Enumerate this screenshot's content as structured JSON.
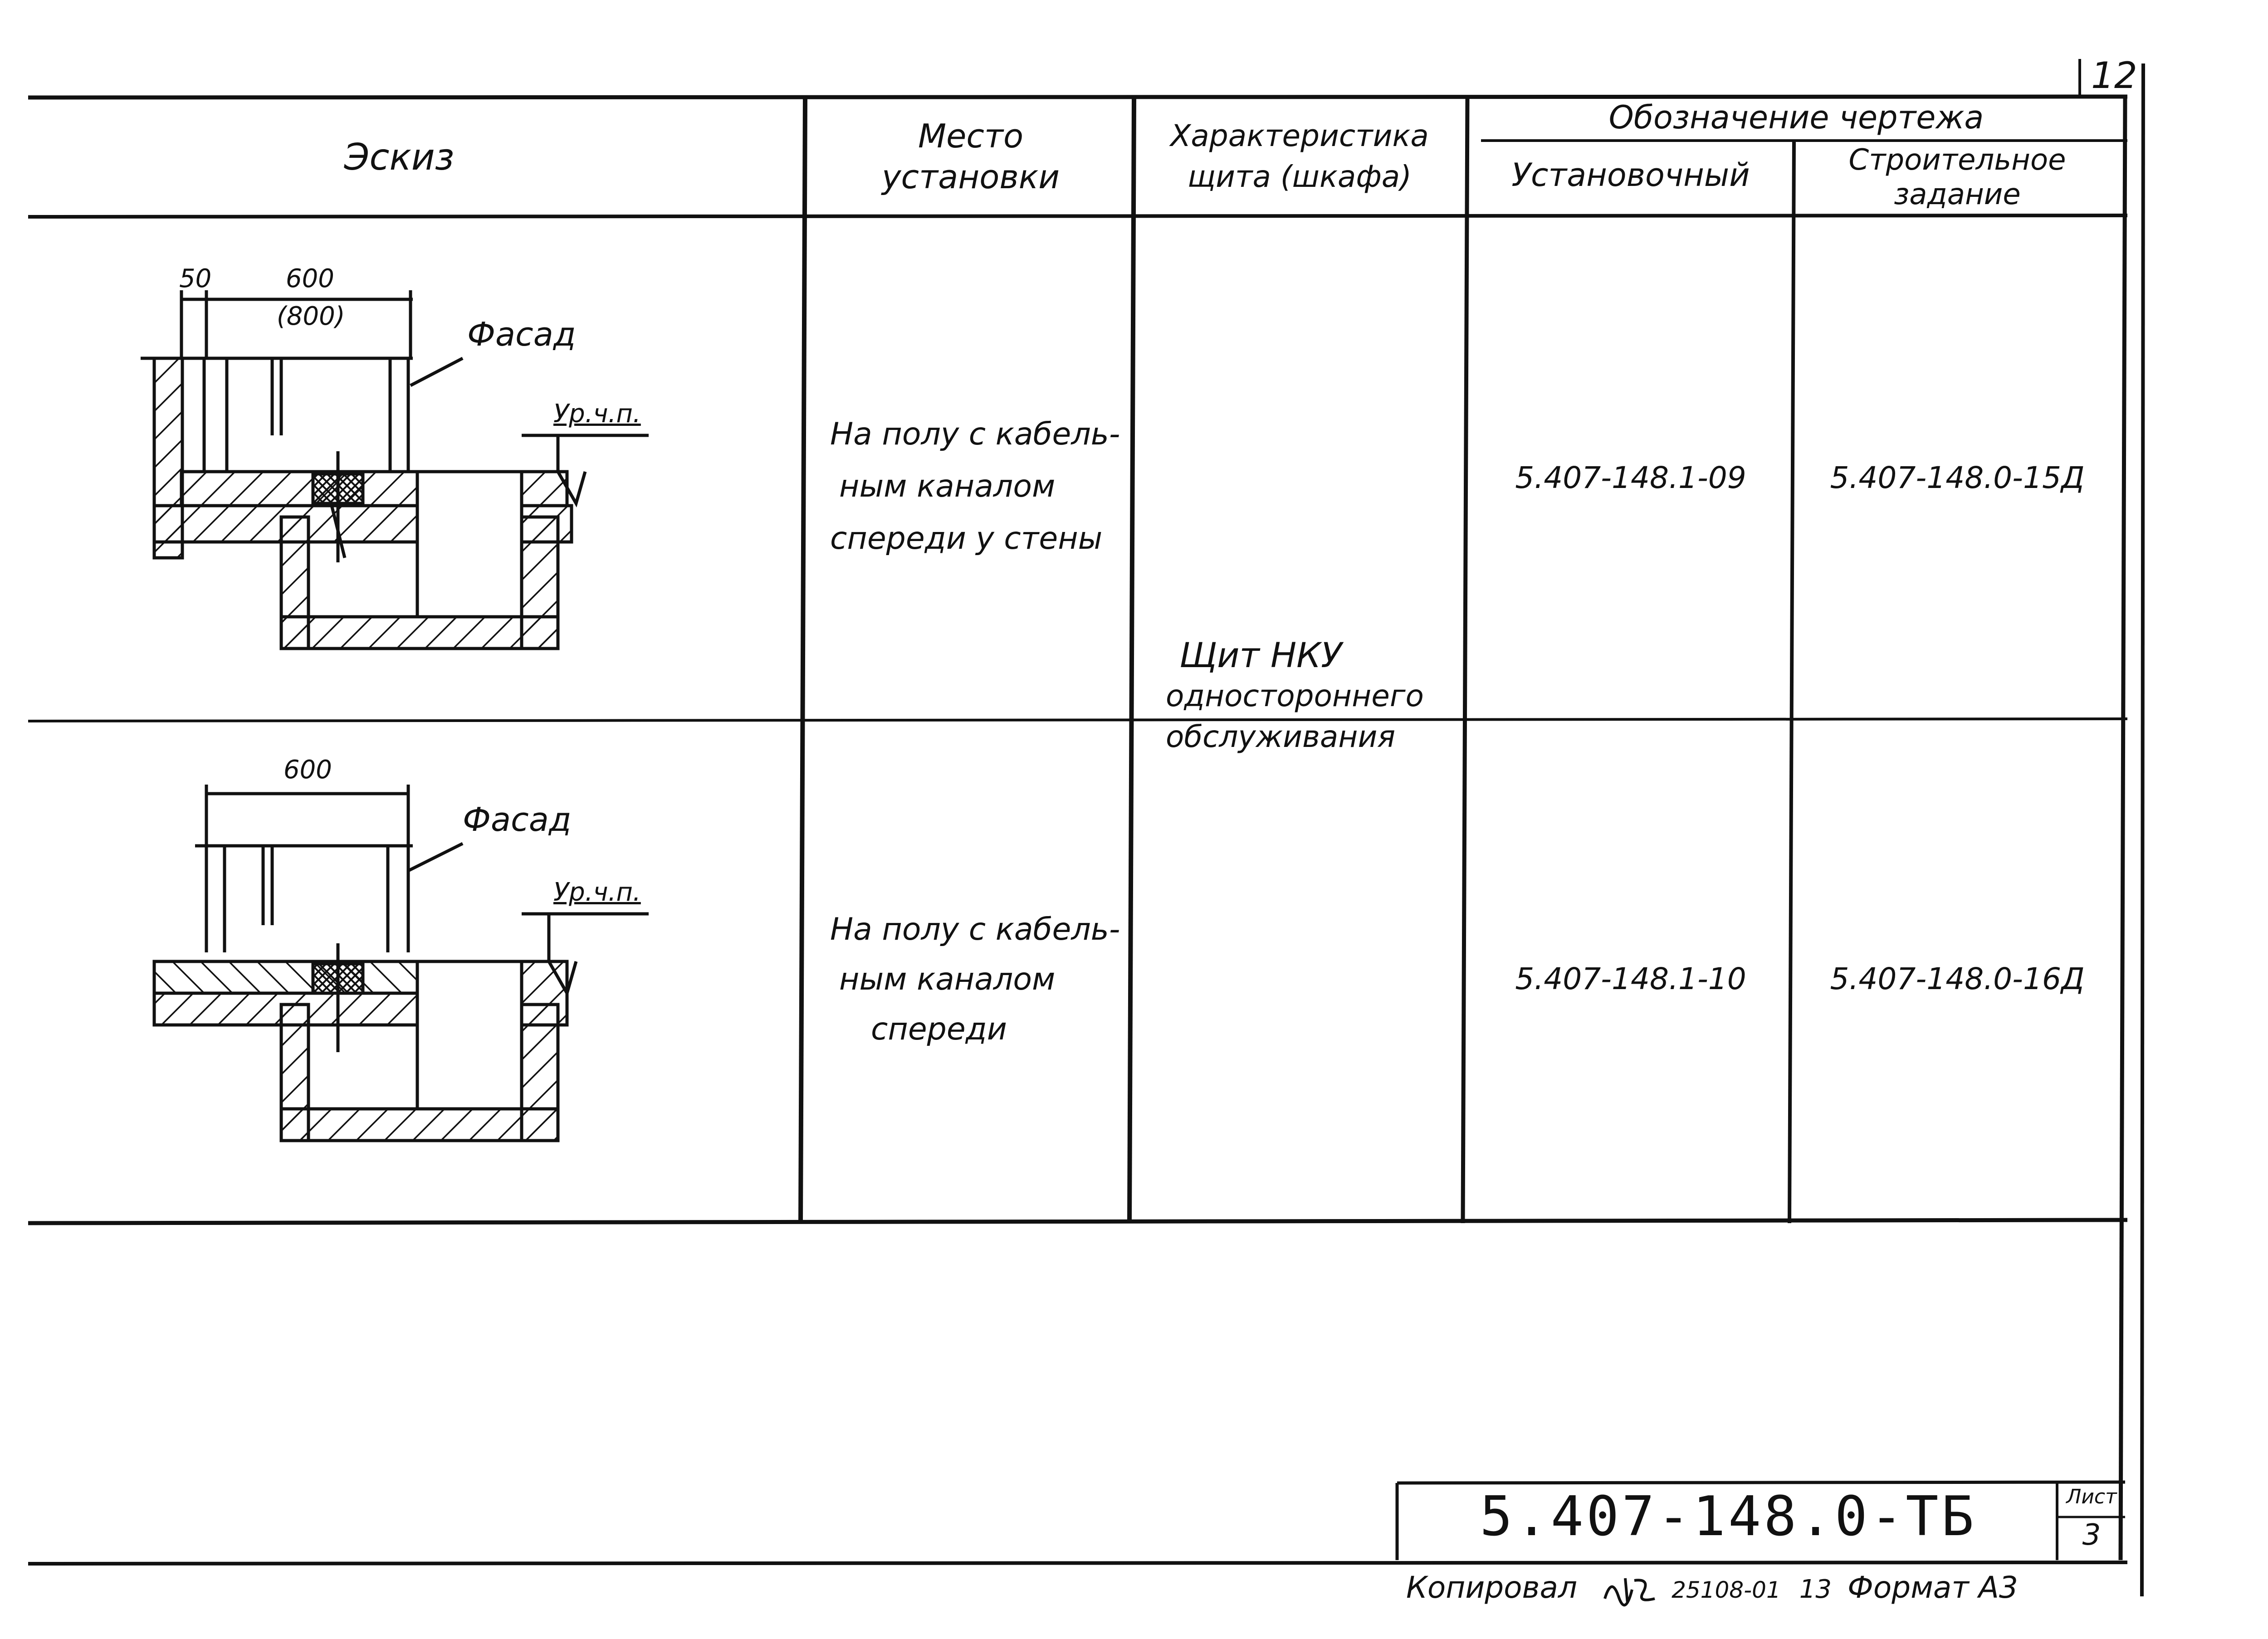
{
  "sheet_corner_number": "12",
  "table": {
    "headers": {
      "sketch": "Эскиз",
      "location_line1": "Место",
      "location_line2": "установки",
      "characteristics_line1": "Характеристика",
      "characteristics_line2": "щита (шкафа)",
      "drawing_designation": "Обозначение чертежа",
      "installation": "Установочный",
      "construction_line1": "Строительное",
      "construction_line2": "задание"
    },
    "rows": [
      {
        "location_line1": "На полу с кабель-",
        "location_line2": "ным каналом",
        "location_line3": "спереди у стены",
        "installation_drawing": "5.407-148.1-09",
        "construction_task": "5.407-148.0-15Д",
        "sketch": {
          "dim_offset": "50",
          "dim_width": "600",
          "dim_alt": "(800)",
          "facade": "Фасад",
          "floor_level": "Ур.ч.п."
        }
      },
      {
        "location_line1": "На полу с кабель-",
        "location_line2": "ным каналом",
        "location_line3": "спереди",
        "installation_drawing": "5.407-148.1-10",
        "construction_task": "5.407-148.0-16Д",
        "sketch": {
          "dim_width": "600",
          "facade": "Фасад",
          "floor_level": "Ур.ч.п."
        }
      }
    ],
    "shared_characteristic_line1": "Щит НКУ",
    "shared_characteristic_line2": "одностороннего",
    "shared_characteristic_line3": "обслуживания"
  },
  "title_block": {
    "document_code": "5.407-148.0-ТБ",
    "sheet_label": "Лист",
    "sheet_number": "3"
  },
  "footer": {
    "copied_by": "Копировал",
    "copier_code": "25108-01",
    "copy_number": "13",
    "format": "Формат А3"
  }
}
